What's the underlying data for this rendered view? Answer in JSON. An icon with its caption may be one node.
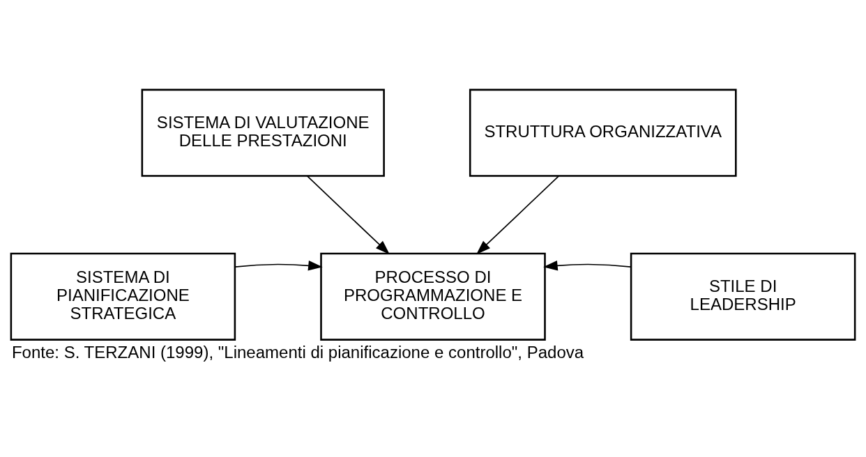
{
  "diagram": {
    "caption": "Fonte: S. TERZANI (1999), \"Lineamenti di pianificazione e controllo\", Padova",
    "nodes": [
      {
        "text": [
          "SISTEMA DI VALUTAZIONE DELLE PRESTAZIONI"
        ]
      },
      {
        "text": [
          "SISTEMA DI PIANIFICAZIONE STRATEGICA"
        ]
      },
      {
        "text": [
          "PROCESSO DI PROGRAMMAZIONE E CONTROLLO"
        ]
      },
      {
        "text": [
          "STILE DI LEADERSHIP"
        ]
      },
      {
        "text": [
          "STRUTTURA ORGANIZZATIVA"
        ]
      }
    ],
    "edges": [
      {
        "from": 0,
        "to": 2,
        "arrow": "to"
      },
      {
        "from": 1,
        "to": 2,
        "arrow": "to"
      },
      {
        "from": 3,
        "to": 2,
        "arrow": "to"
      },
      {
        "from": 4,
        "to": 2,
        "arrow": "to"
      }
    ]
  }
}
